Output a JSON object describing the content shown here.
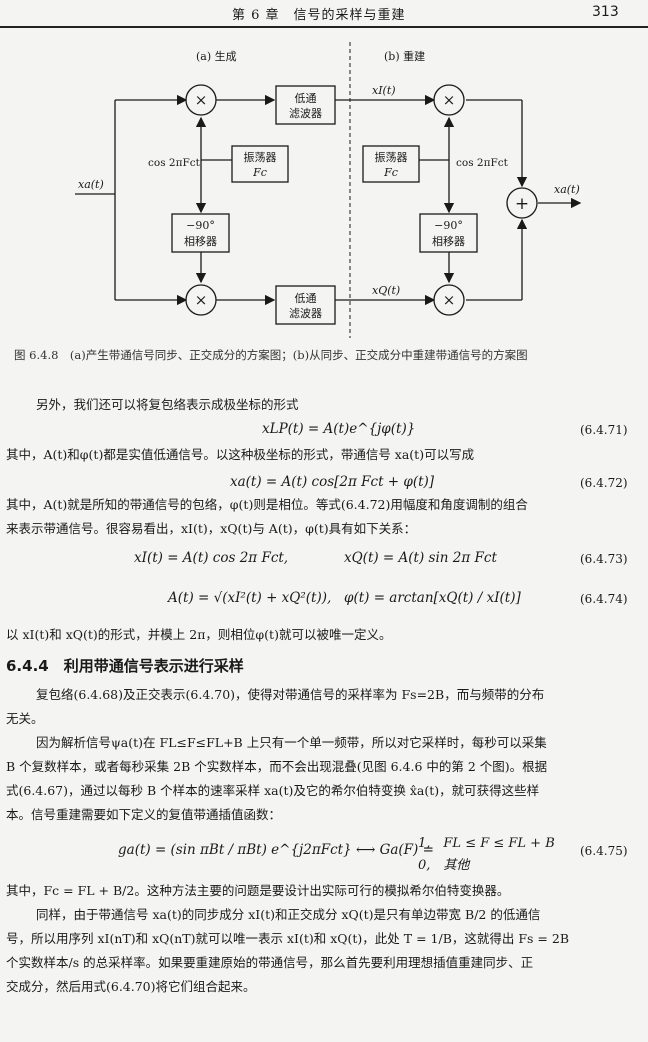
{
  "header": {
    "title": "第 6 章　信号的采样与重建",
    "page_number": "313"
  },
  "figure": {
    "panel_a": "(a) 生成",
    "panel_b": "(b) 重建",
    "input_label": "xa(t)",
    "output_label": "xa(t)",
    "multiply_symbol": "×",
    "sum_symbol": "+",
    "cos_label_a": "cos 2πFct",
    "cos_label_b": "cos 2πFct",
    "lpf_line1": "低通",
    "lpf_line2": "滤波器",
    "osc_line1": "振荡器",
    "osc_line2": "Fc",
    "shift_line1": "−90°",
    "shift_line2": "相移器",
    "xi_label": "xI(t)",
    "xq_label": "xQ(t)",
    "caption": "图 6.4.8　(a)产生带通信号同步、正交成分的方案图；(b)从同步、正交成分中重建带通信号的方案图"
  },
  "body": {
    "p1": "另外，我们还可以将复包络表示成极坐标的形式",
    "eq71": "xLP(t) = A(t)e^{jφ(t)}",
    "eq71_num": "(6.4.71)",
    "p2": "其中，A(t)和φ(t)都是实值低通信号。以这种极坐标的形式，带通信号 xa(t)可以写成",
    "eq72": "xa(t) = A(t) cos[2π Fct + φ(t)]",
    "eq72_num": "(6.4.72)",
    "p3a": "其中，A(t)就是所知的带通信号的包络，φ(t)则是相位。等式(6.4.72)用幅度和角度调制的组合",
    "p3b": "来表示带通信号。很容易看出，xI(t)，xQ(t)与 A(t)，φ(t)具有如下关系：",
    "eq73a": "xI(t) = A(t) cos 2π Fct,",
    "eq73b": "xQ(t) = A(t) sin 2π Fct",
    "eq73_num": "(6.4.73)",
    "eq74a": "A(t) = √(xI²(t) + xQ²(t)),",
    "eq74b": "φ(t) = arctan[xQ(t) / xI(t)]",
    "eq74_num": "(6.4.74)",
    "p4": "以 xI(t)和 xQ(t)的形式，并模上 2π，则相位φ(t)就可以被唯一定义。",
    "section": "6.4.4　利用带通信号表示进行采样",
    "p5a": "复包络(6.4.68)及正交表示(6.4.70)，使得对带通信号的采样率为 Fs=2B，而与频带的分布",
    "p5b": "无关。",
    "p6a": "因为解析信号ψa(t)在 FL≤F≤FL+B 上只有一个单一频带，所以对它采样时，每秒可以采集",
    "p6b": "B 个复数样本，或者每秒采集 2B 个实数样本，而不会出现混叠(见图 6.4.6 中的第 2 个图)。根据",
    "p6c": "式(6.4.67)，通过以每秒 B 个样本的速率采样 xa(t)及它的希尔伯特变换 x̂a(t)，就可获得这些样",
    "p6d": "本。信号重建需要如下定义的复值带通插值函数：",
    "eq75a": "ga(t) = (sin πBt / πBt) e^{j2πFct}  ⟷  Ga(F) =",
    "eq75b": "1,　FL ≤ F ≤ FL + B",
    "eq75c": "0,　其他",
    "eq75_num": "(6.4.75)",
    "p7": "其中，Fc = FL + B/2。这种方法主要的问题是要设计出实际可行的模拟希尔伯特变换器。",
    "p8a": "同样，由于带通信号 xa(t)的同步成分 xI(t)和正交成分 xQ(t)是只有单边带宽 B/2 的低通信",
    "p8b": "号，所以用序列 xI(nT)和 xQ(nT)就可以唯一表示 xI(t)和 xQ(t)，此处 T = 1/B，这就得出 Fs = 2B",
    "p8c": "个实数样本/s 的总采样率。如果要重建原始的带通信号，那么首先要利用理想插值重建同步、正",
    "p8d": "交成分，然后用式(6.4.70)将它们组合起来。"
  }
}
